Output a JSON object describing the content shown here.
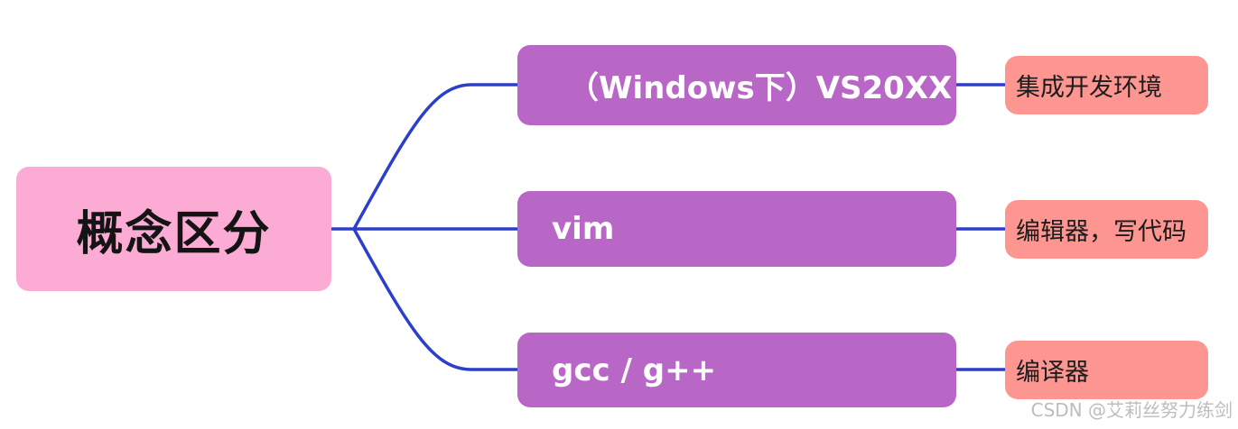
{
  "root": {
    "label": "概念区分"
  },
  "branches": [
    {
      "label": "（Windows下）VS20XX",
      "note": "集成开发环境"
    },
    {
      "label": "vim",
      "note": "编辑器，写代码"
    },
    {
      "label": "gcc / g++",
      "note": "编译器"
    }
  ],
  "colors": {
    "root_fill": "#fcabd5",
    "branch_fill": "#b967c7",
    "leaf_fill": "#fd9591",
    "connector": "#2b3fcc",
    "branch_text": "#ffffff"
  },
  "watermark": "CSDN @艾莉丝努力练剑"
}
